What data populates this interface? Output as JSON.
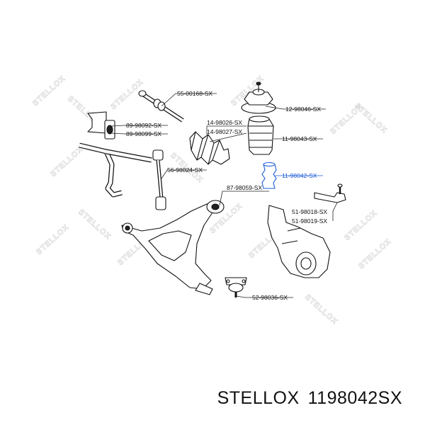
{
  "watermark": "STELLOX",
  "parts": {
    "p55_00168": "55-00168-SX",
    "p12_98046": "12-98046-SX",
    "p89_98092": "89-98092-SX",
    "p89_98099": "89-98099-SX",
    "p14_98026": "14-98026-SX",
    "p14_98027": "14-98027-SX",
    "p11_98043": "11-98043-SX",
    "p56_98024": "56-98024-SX",
    "p11_98042": "11-98042-SX",
    "p87_98059": "87-98059-SX",
    "p51_98018": "51-98018-SX",
    "p51_98019": "51-98019-SX",
    "p52_98036": "52-98036-SX"
  },
  "caption": {
    "brand": "STELLOX",
    "part_number": "1198042SX"
  },
  "colors": {
    "highlight": "#1a5bd8",
    "ink": "#111111",
    "watermark": "#cfcfcf"
  }
}
